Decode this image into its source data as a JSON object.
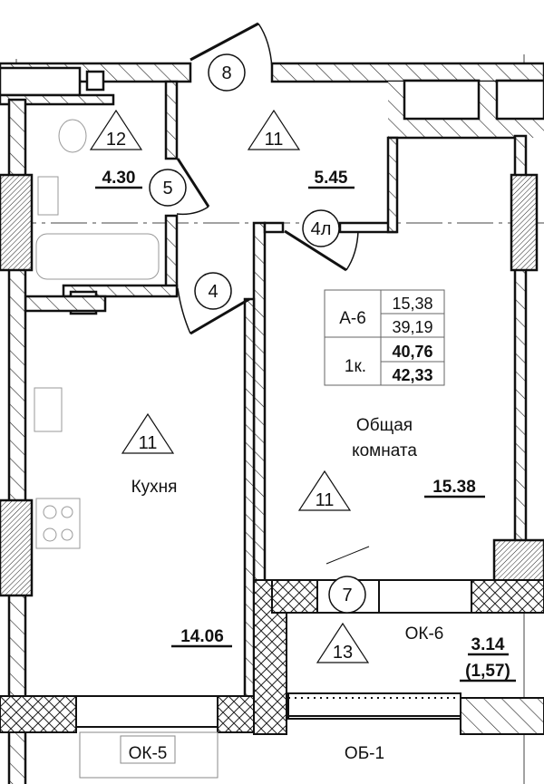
{
  "apartment": {
    "code": "A-6",
    "rooms": "1к.",
    "values": [
      "15,38",
      "39,19",
      "40,76",
      "42,33"
    ]
  },
  "rooms": [
    {
      "id": "bathroom",
      "area": "4.30",
      "marker": "12"
    },
    {
      "id": "hall",
      "area": "5.45",
      "marker": "11"
    },
    {
      "id": "kitchen",
      "name": "Кухня",
      "area": "14.06",
      "marker": "11"
    },
    {
      "id": "living",
      "name_line1": "Общая",
      "name_line2": "комната",
      "area": "15.38",
      "marker": "11"
    },
    {
      "id": "loggia",
      "area": "3.14",
      "area_sub": "(1,57)",
      "marker": "13"
    }
  ],
  "doors": [
    "8",
    "5",
    "4л",
    "4",
    "7"
  ],
  "windows": {
    "kitchen": "ОК-5",
    "loggia": "ОК-6",
    "balcony_door": "ОБ-1"
  }
}
